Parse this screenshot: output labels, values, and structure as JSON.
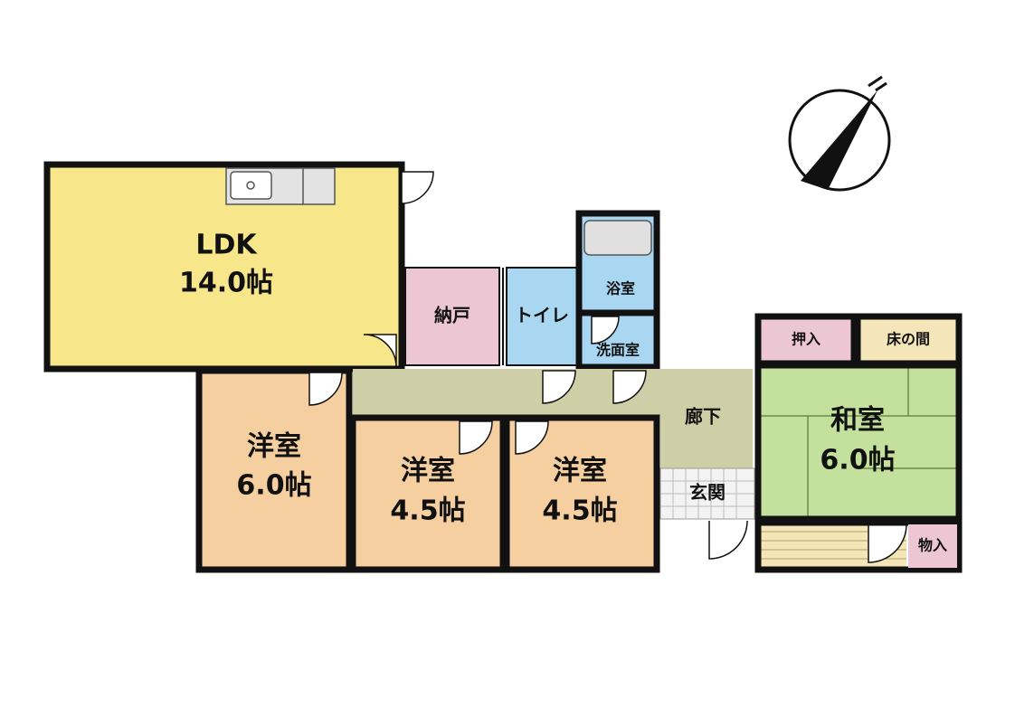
{
  "rooms": {
    "ldk": {
      "name": "LDK",
      "size": "14.0帖"
    },
    "nando": {
      "name": "納戸"
    },
    "toilet": {
      "name": "トイレ"
    },
    "bath": {
      "name": "浴室"
    },
    "washroom": {
      "name": "洗面室"
    },
    "hallway": {
      "name": "廊下"
    },
    "entrance": {
      "name": "玄関"
    },
    "western1": {
      "name": "洋室",
      "size": "6.0帖"
    },
    "western2": {
      "name": "洋室",
      "size": "4.5帖"
    },
    "western3": {
      "name": "洋室",
      "size": "4.5帖"
    },
    "japanese": {
      "name": "和室",
      "size": "6.0帖"
    },
    "oshiire": {
      "name": "押入"
    },
    "tokonoma": {
      "name": "床の間"
    },
    "storage": {
      "name": "物入"
    }
  },
  "colors": {
    "ldk": "#f7e68a",
    "western": "#f5cfa0",
    "nando": "#ecc6d2",
    "toilet": "#a9d7f2",
    "bath": "#a9d7f2",
    "hallway": "#cfcfa7",
    "japanese": "#c3e19c",
    "tokonoma": "#f4e6b8",
    "storage": "#ecc6d2",
    "wall": "#111111"
  },
  "icons": [
    "compass-icon",
    "sink-icon",
    "bathtub-icon",
    "door-swing-icon"
  ]
}
